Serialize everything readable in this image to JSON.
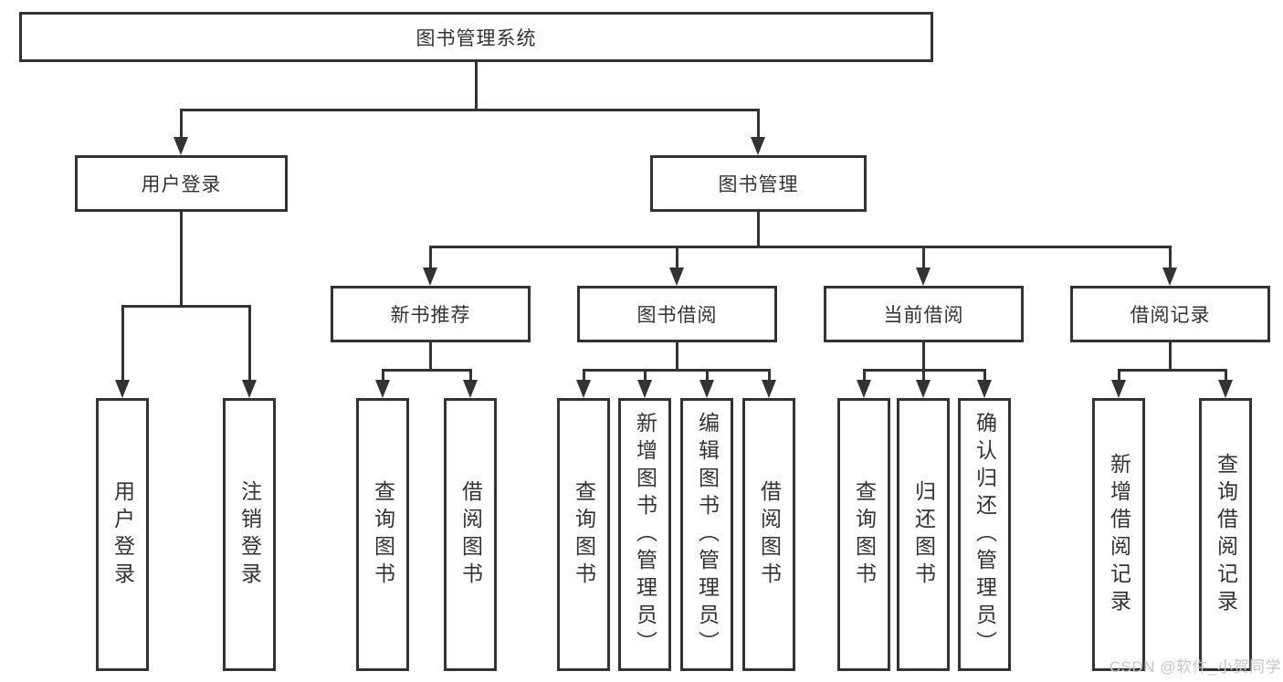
{
  "diagram_title": "图书管理系统",
  "nodes": {
    "root": {
      "label": "图书管理系统"
    },
    "branches": [
      {
        "label": "用户登录"
      },
      {
        "label": "图书管理"
      }
    ],
    "sections": [
      {
        "label": "新书推荐",
        "parent": "图书管理"
      },
      {
        "label": "图书借阅",
        "parent": "图书管理"
      },
      {
        "label": "当前借阅",
        "parent": "图书管理"
      },
      {
        "label": "借阅记录",
        "parent": "图书管理"
      }
    ],
    "leaves": [
      {
        "label": "用户登录",
        "parent": "用户登录"
      },
      {
        "label": "注销登录",
        "parent": "用户登录"
      },
      {
        "label": "查询图书",
        "parent": "新书推荐"
      },
      {
        "label": "借阅图书",
        "parent": "新书推荐"
      },
      {
        "label": "查询图书",
        "parent": "图书借阅"
      },
      {
        "label": "新增图书（管理员）",
        "parent": "图书借阅"
      },
      {
        "label": "编辑图书（管理员）",
        "parent": "图书借阅"
      },
      {
        "label": "借阅图书",
        "parent": "图书借阅"
      },
      {
        "label": "查询图书",
        "parent": "当前借阅"
      },
      {
        "label": "归还图书",
        "parent": "当前借阅"
      },
      {
        "label": "确认归还（管理员）",
        "parent": "当前借阅"
      },
      {
        "label": "新增借阅记录",
        "parent": "借阅记录"
      },
      {
        "label": "查询借阅记录",
        "parent": "借阅记录"
      }
    ]
  },
  "watermark": {
    "text": "CSDN @软件_小贺同学"
  },
  "colors": {
    "line": "#333333",
    "text": "#333333",
    "watermark": "#c6c6c6",
    "background": "#ffffff"
  }
}
